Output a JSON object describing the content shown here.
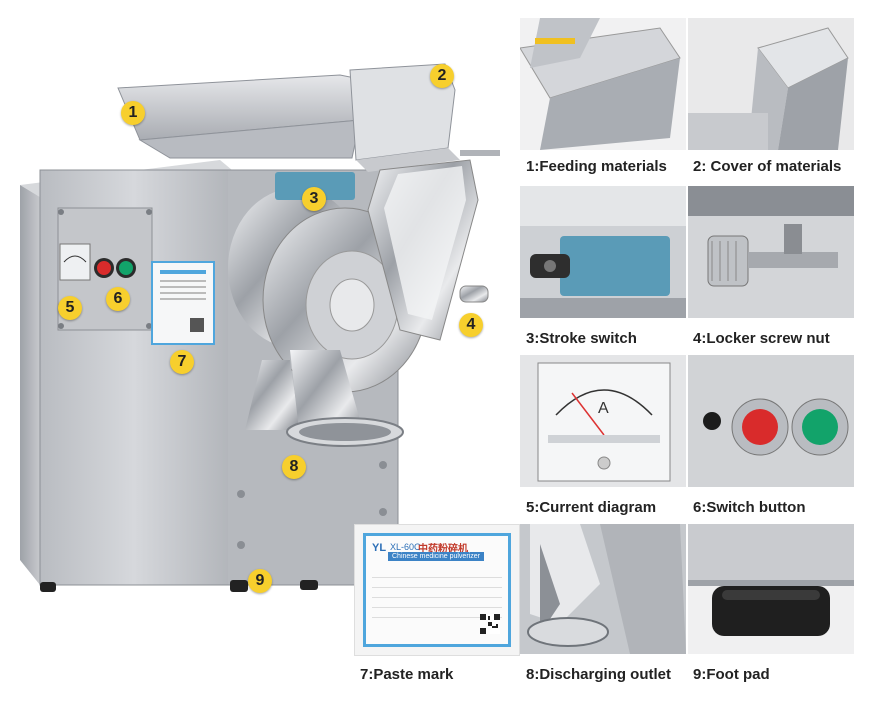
{
  "callouts": [
    "1",
    "2",
    "3",
    "4",
    "5",
    "6",
    "7",
    "8",
    "9"
  ],
  "features": [
    {
      "caption": "1:Feeding materials"
    },
    {
      "caption": "2: Cover of materials"
    },
    {
      "caption": "3:Stroke switch"
    },
    {
      "caption": "4:Locker screw nut"
    },
    {
      "caption": "5:Current diagram"
    },
    {
      "caption": "6:Switch button"
    },
    {
      "caption": "7:Paste mark"
    },
    {
      "caption": "8:Discharging outlet"
    },
    {
      "caption": "9:Foot pad"
    }
  ],
  "nameplate": {
    "logo": "YL",
    "model": "XL-60C",
    "title": "中药粉碎机",
    "subtitle": "Chinese medicine pulverizer"
  },
  "meter": {
    "unit": "A"
  },
  "colors": {
    "badge": "#f7cf2d",
    "steel": "#c9cbcf",
    "label_border": "#4fa6dd",
    "button_red": "#d92b2b",
    "button_green": "#12a36a",
    "stroke_switch": "#5a9bb7"
  }
}
